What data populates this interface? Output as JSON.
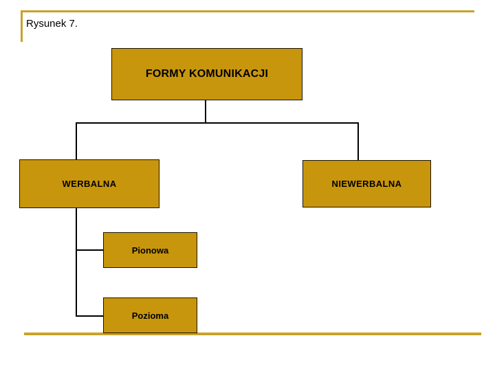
{
  "slide": {
    "caption": "Rysunek 7.",
    "frame_color": "#C9A227",
    "node_fill": "#C8960C",
    "node_border": "#1a1005",
    "connector_color": "#000000",
    "background": "#ffffff"
  },
  "diagram": {
    "title": "FORMY KOMUNIKACJI",
    "type": "tree",
    "nodes": {
      "root": {
        "label": "FORMY KOMUNIKACJI"
      },
      "werbalna": {
        "label": "WERBALNA"
      },
      "niewerbalna": {
        "label": "NIEWERBALNA"
      },
      "pionowa": {
        "label": "Pionowa"
      },
      "pozioma": {
        "label": "Pozioma"
      }
    },
    "edges": [
      {
        "from": "root",
        "to": "werbalna"
      },
      {
        "from": "root",
        "to": "niewerbalna"
      },
      {
        "from": "werbalna",
        "to": "pionowa"
      },
      {
        "from": "werbalna",
        "to": "pozioma"
      }
    ]
  }
}
